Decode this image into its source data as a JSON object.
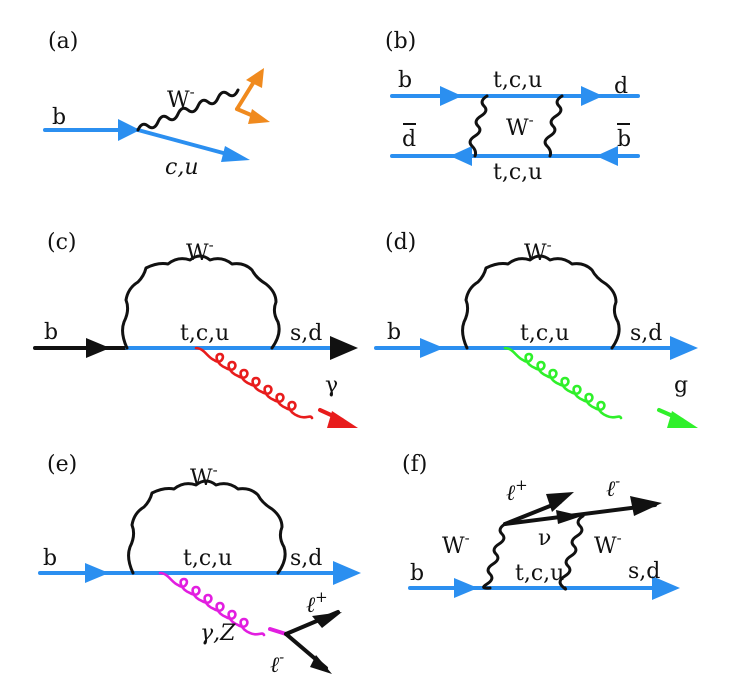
{
  "colors": {
    "quark": "#2b8ff0",
    "boson": "#111111",
    "decay": "#f08a1e",
    "photon": "#e81c1c",
    "gluon": "#2ff02a",
    "neutral": "#e21ee0",
    "text": "#111111"
  },
  "panels": {
    "a": {
      "tag": "(a)",
      "b": "b",
      "w": "W",
      "w_sup": "-",
      "cu": "c,u"
    },
    "b": {
      "tag": "(b)",
      "b": "b",
      "d": "d",
      "dbar": "d",
      "bbar": "b",
      "top": "t,c,u",
      "bottom": "t,c,u",
      "w": "W",
      "w_sup": "-"
    },
    "c": {
      "tag": "(c)",
      "b": "b",
      "w": "W",
      "w_sup": "-",
      "tcu": "t,c,u",
      "sd": "s,d",
      "gamma": "γ"
    },
    "d": {
      "tag": "(d)",
      "b": "b",
      "w": "W",
      "w_sup": "-",
      "tcu": "t,c,u",
      "sd": "s,d",
      "g": "g"
    },
    "e": {
      "tag": "(e)",
      "b": "b",
      "w": "W",
      "w_sup": "-",
      "tcu": "t,c,u",
      "sd": "s,d",
      "gz": "γ,Z",
      "lp": "ℓ",
      "lp_sup": "+",
      "lm": "ℓ",
      "lm_sup": "-"
    },
    "f": {
      "tag": "(f)",
      "b": "b",
      "wl": "W",
      "wl_sup": "-",
      "wr": "W",
      "wr_sup": "-",
      "sd": "s,d",
      "tcu": "t,c,u",
      "nu": "ν",
      "lp": "ℓ",
      "lp_sup": "+",
      "lm": "ℓ",
      "lm_sup": "-"
    }
  }
}
